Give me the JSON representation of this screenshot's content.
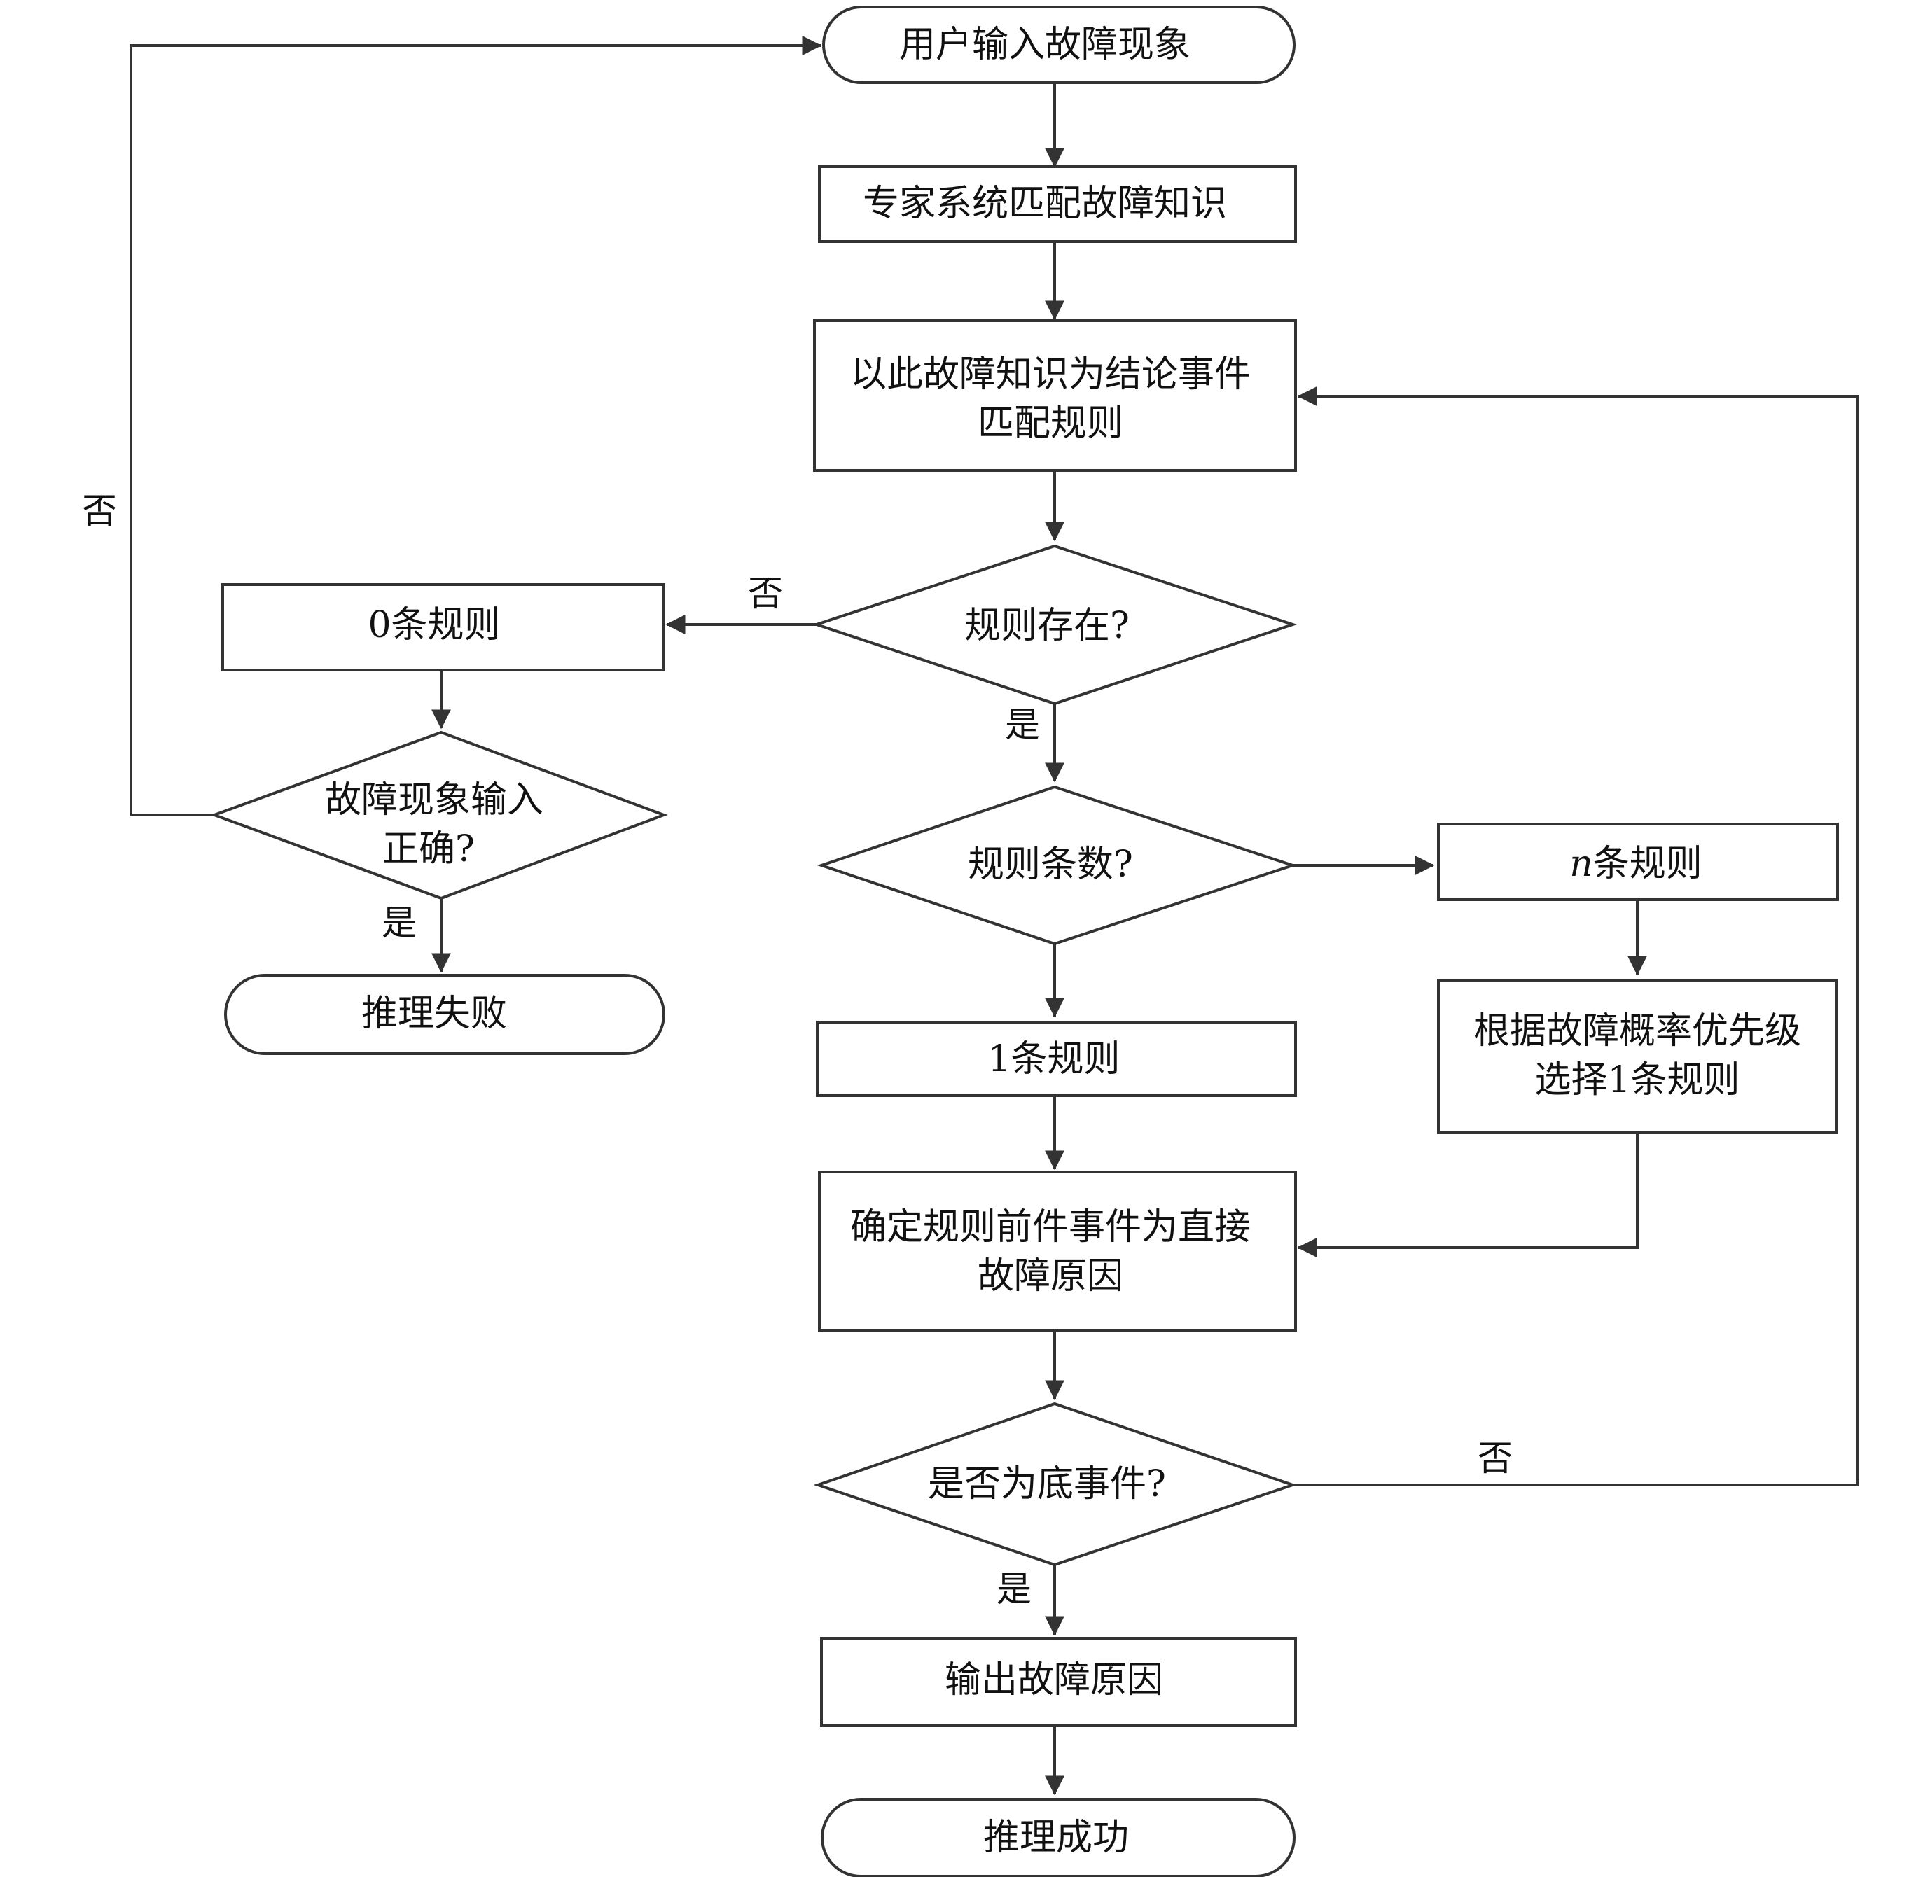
{
  "nodes": {
    "start": "用户输入故障现象",
    "match_knowledge": "专家系统匹配故障知识",
    "match_rules_l1": "以此故障知识为结论事件",
    "match_rules_l2": "匹配规则",
    "rule_exists": "规则存在?",
    "zero_rules": "0条规则",
    "input_correct_l1": "故障现象输入",
    "input_correct_l2": "正确?",
    "fail": "推理失败",
    "rule_count": "规则条数?",
    "n_rules_var": "n",
    "n_rules_text": "条规则",
    "select_rule_l1": "根据故障概率优先级",
    "select_rule_l2": "选择1条规则",
    "one_rule": "1条规则",
    "direct_cause_l1": "确定规则前件事件为直接",
    "direct_cause_l2": "故障原因",
    "is_bottom": "是否为底事件?",
    "output": "输出故障原因",
    "success": "推理成功"
  },
  "edge_labels": {
    "no_input": "否",
    "no_rule": "否",
    "yes_rule": "是",
    "yes_fail": "是",
    "no_bottom": "否",
    "yes_bottom": "是"
  },
  "colors": {
    "stroke": "#333333",
    "fill": "#ffffff",
    "text": "#111111"
  }
}
